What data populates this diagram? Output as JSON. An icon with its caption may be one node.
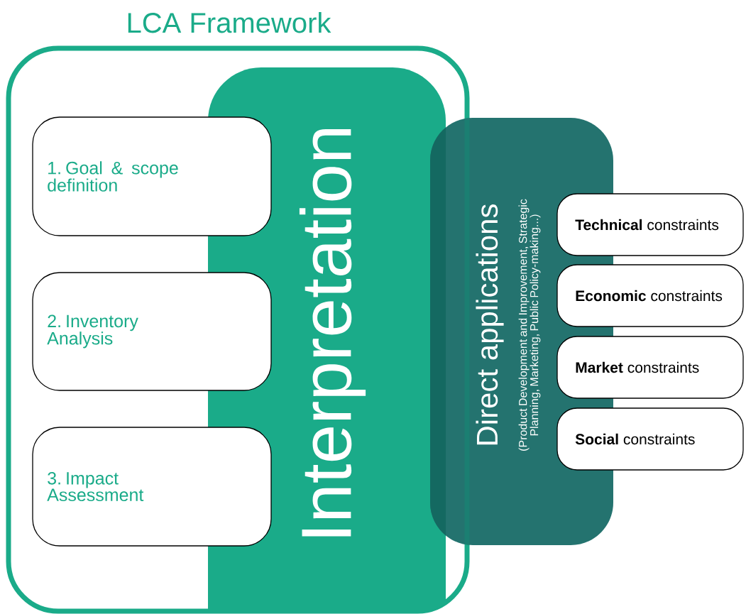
{
  "diagram": {
    "nodes": [
      {
        "text": [
          "LCA Framework"
        ]
      },
      {
        "text": [
          "Interpretation"
        ],
        "in": 0
      },
      {
        "text": [
          "1. Goal & scope definition"
        ],
        "in": 0
      },
      {
        "text": [
          "2. Inventory Analysis"
        ],
        "in": 0
      },
      {
        "text": [
          "3. Impact Assessment"
        ],
        "in": 0
      },
      {
        "text": [
          "Direct applications",
          "(Product Development and Improvement, Strategic Planning, Marketing, Public Policy-making...)"
        ]
      },
      {
        "text": [
          "**Technical** constraints"
        ]
      },
      {
        "text": [
          "**Economic** constraints"
        ]
      },
      {
        "text": [
          "**Market** constraints"
        ]
      },
      {
        "text": [
          "**Social** constraints"
        ]
      }
    ]
  }
}
